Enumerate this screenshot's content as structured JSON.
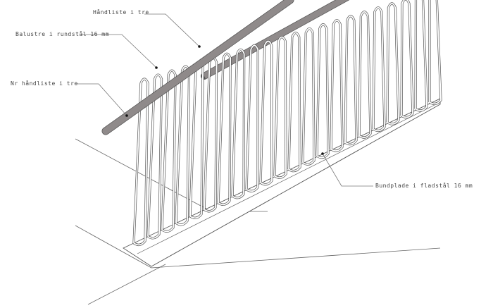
{
  "labels": {
    "handrail": "Håndliste i tre",
    "balusters": "Balustre i rundstål 16 mm",
    "lower_handrail": "Nr håndliste i tre",
    "base_plate": "Bundplade i fladstål 16 mm"
  },
  "colors": {
    "handrail_fill": "#8f8a8a",
    "line": "#555555",
    "background": "#ffffff"
  }
}
